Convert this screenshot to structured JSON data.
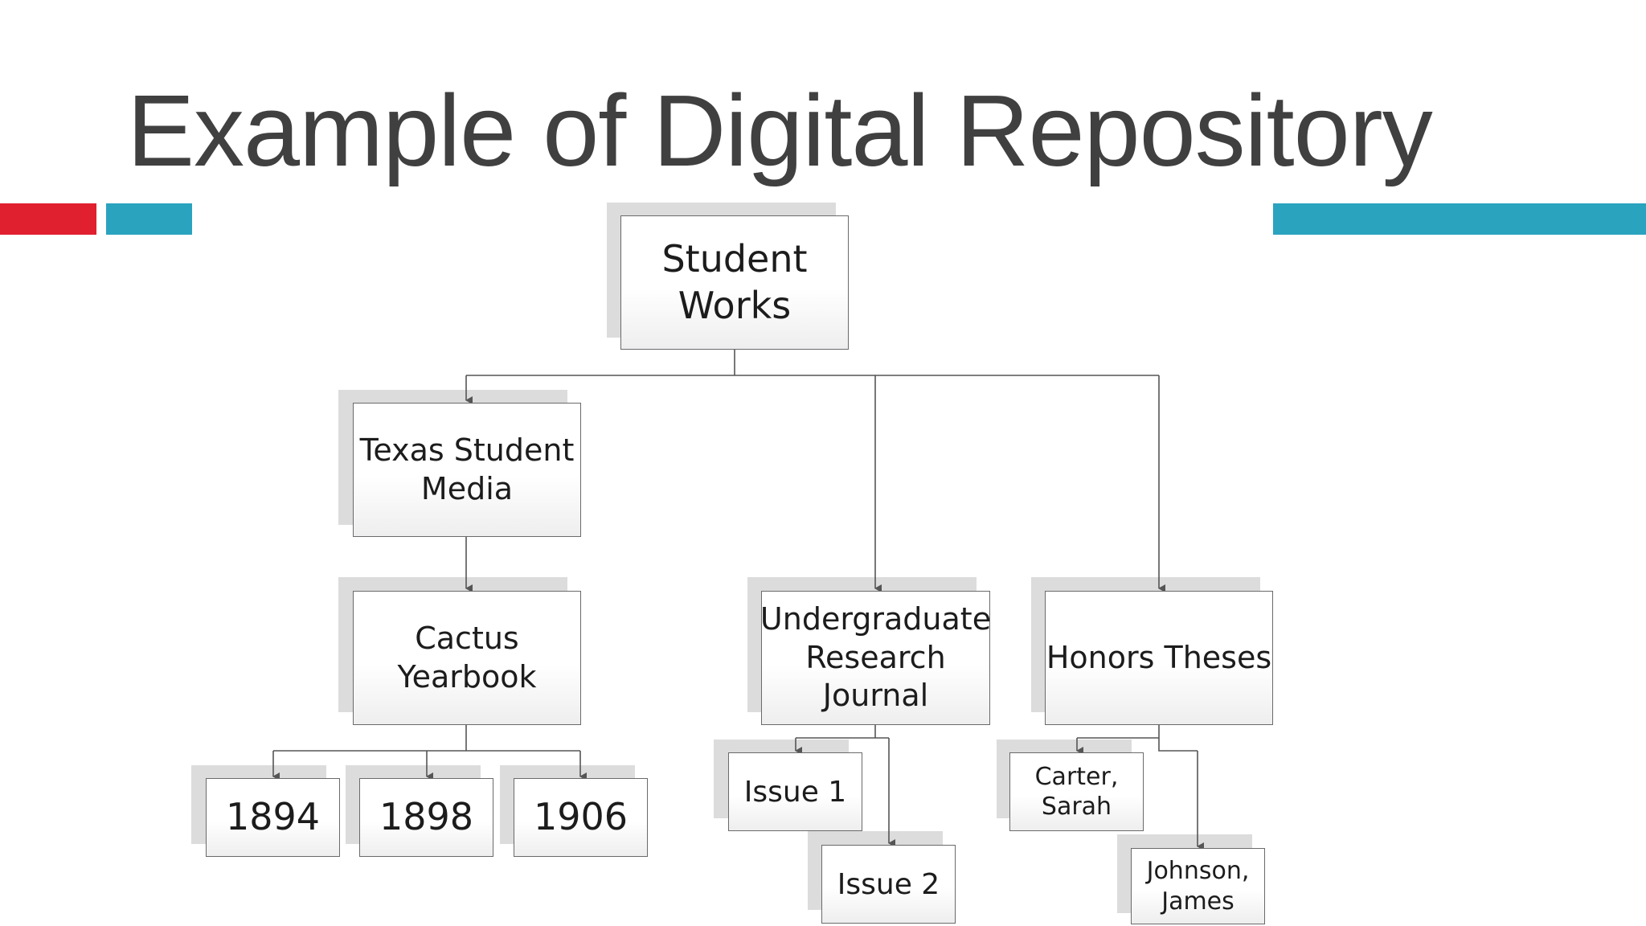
{
  "slide": {
    "title": "Example of Digital Repository"
  },
  "colors": {
    "title": "#404040",
    "accent_red": "#e01f2f",
    "accent_blue": "#2aa3bf",
    "connector": "#555555"
  },
  "diagram": {
    "root": "Student\nWorks",
    "texas_student_media": "Texas Student\nMedia",
    "cactus_yearbook": "Cactus\nYearbook",
    "year_1894": "1894",
    "year_1898": "1898",
    "year_1906": "1906",
    "undergraduate_research_journal": "Undergraduate\nResearch\nJournal",
    "issue_1": "Issue 1",
    "issue_2": "Issue 2",
    "honors_theses": "Honors Theses",
    "carter_sarah": "Carter,\nSarah",
    "johnson_james": "Johnson,\nJames"
  }
}
